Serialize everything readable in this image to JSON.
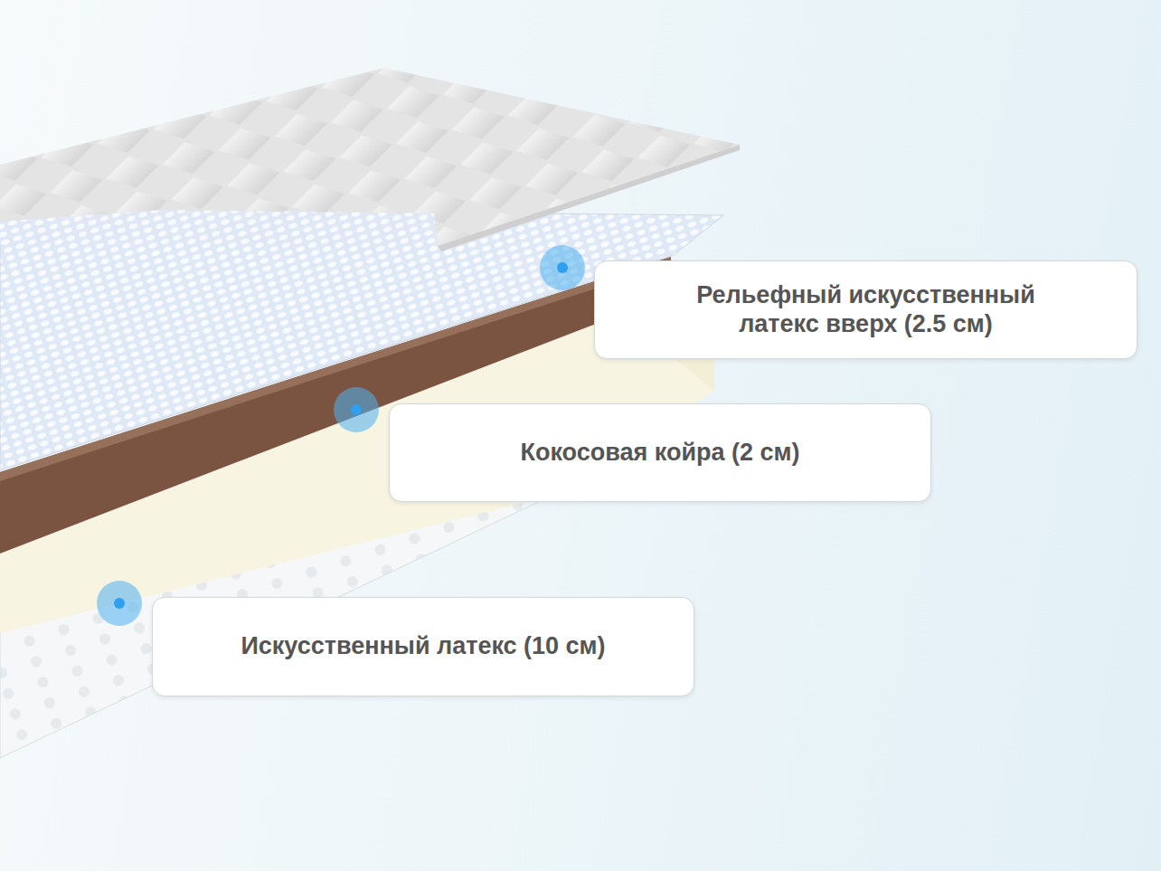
{
  "diagram": {
    "nodes": [
      {
        "text": [
          "Рельефный искусственный латекс вверх (2.5 см)"
        ]
      },
      {
        "text": [
          "Кокосовая койра (2 см)"
        ]
      },
      {
        "text": [
          "Искусственный латекс (10 см)"
        ]
      }
    ]
  }
}
